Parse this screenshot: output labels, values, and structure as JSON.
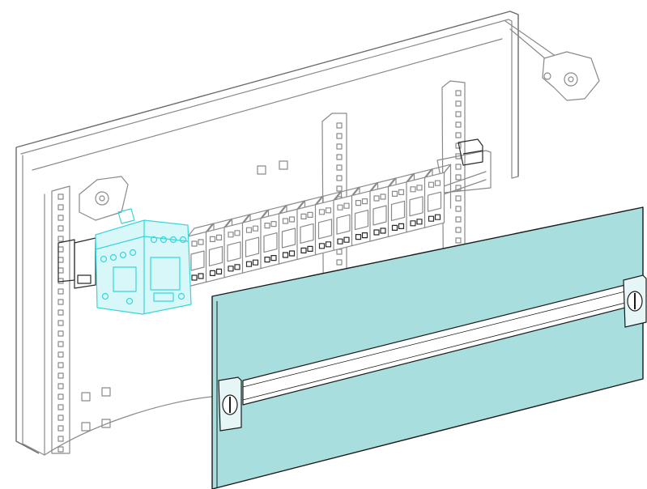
{
  "colors": {
    "line": "#8a8a8a",
    "dark_line": "#2a2a2a",
    "background": "#ffffff",
    "door_fill": "#a8dede",
    "door_stroke": "#1a1a1a",
    "highlight": "#35d6dc",
    "highlight_fill": "#d8f7f8"
  },
  "illustration": {
    "parts": [
      {
        "name": "enclosure-frame"
      },
      {
        "name": "mounting-uprights",
        "count": 3
      },
      {
        "name": "din-rail"
      },
      {
        "name": "modular-devices",
        "count": 14
      },
      {
        "name": "highlighted-device"
      },
      {
        "name": "front-plate-door"
      },
      {
        "name": "quarter-turn-locks",
        "count": 2
      }
    ]
  }
}
